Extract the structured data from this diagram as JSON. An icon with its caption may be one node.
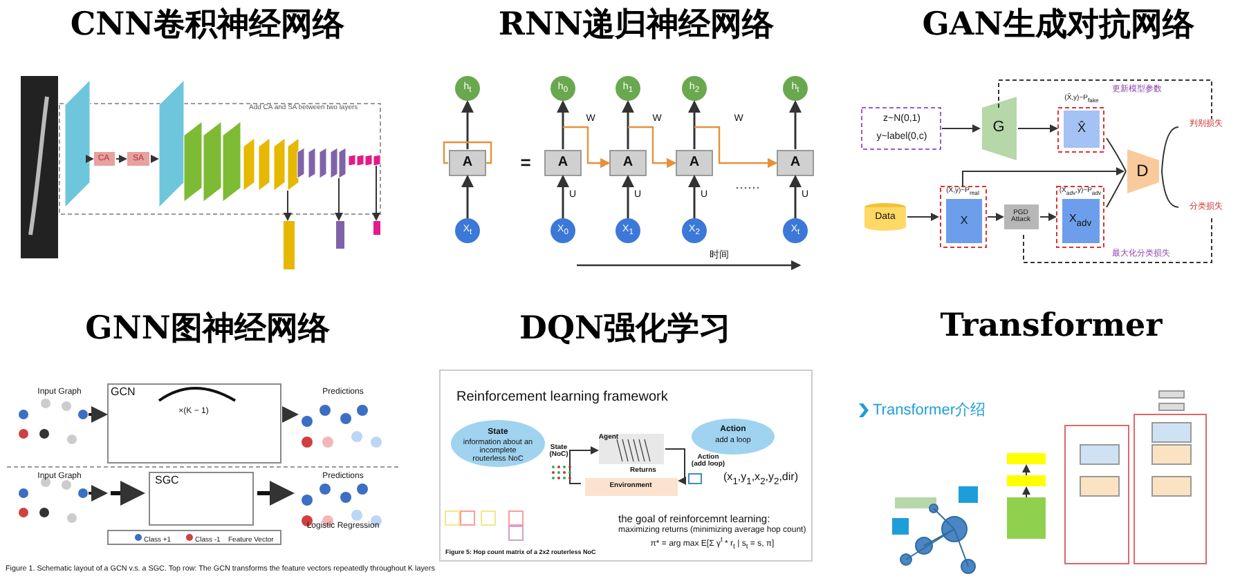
{
  "diagram": {
    "nodes": [
      {
        "text": [
          "CNN卷积神经网络"
        ]
      },
      {
        "text": [
          "RNN递归神经网络"
        ]
      },
      {
        "text": [
          "GAN生成对抗网络"
        ]
      },
      {
        "text": [
          "GNN图神经网络"
        ]
      },
      {
        "text": [
          "DQN强化学习"
        ]
      },
      {
        "text": [
          "Transformer"
        ]
      }
    ],
    "labels": [
      "Add CA and SA between two layers",
      "CA",
      "SA",
      "h$_{t}$",
      "h$_{0}$",
      "h$_{1}$",
      "h$_{2}$",
      "h$_{t}$",
      "W",
      "W",
      "W",
      "A",
      "=",
      "A",
      "A",
      "A",
      "A",
      "U",
      "U",
      "U",
      "U",
      "X$_{t}$",
      "X$_{0}$",
      "X$_{1}$",
      "X$_{2}$",
      "X$_{t}$",
      "时间",
      "更新模型参数",
      "(X̂,y)~P$_{fake}$",
      "z~N(0,1)",
      "y~label(0,c)",
      "G",
      "X̂",
      "判别损失",
      "D",
      "(X,y)~P$_{real}$",
      "(X$_{adv}$,y)~P$_{adv}$",
      "分类损失",
      "Data",
      "X",
      "PGD Attack",
      "X$_{adv}$",
      "最大化分类损失",
      "Input Graph",
      "GCN",
      "×(K − 1)",
      "Predictions",
      "Input Graph",
      "SGC",
      "Predictions",
      "Logistic Regression",
      "Class +1",
      "Class -1",
      "Feature Vector",
      "Figure 1. Schematic layout of a GCN v.s. a SGC. Top row: The GCN transforms the feature vectors repeatedly throughout K layers",
      "Reinforcement learning framework",
      "State",
      "information about an incomplete routerless NoC",
      "Action",
      "add a loop",
      "Agent",
      "State (NoC)",
      "Action (add loop)",
      "Returns",
      "(x$_{1}$,y$_{1}$,x$_{2}$,y$_{2}$,dir)",
      "Environment",
      "the goal of reinforcemnt learning:",
      "maximizing returns (minimizing average hop count)",
      "π* = arg max E[Σ γ$^{t}$ * r$_{t}$ | s$_{t}$ = s, π]",
      "Figure 5: Hop count matrix of a 2x2 routerless NoC",
      "Transformer介绍"
    ]
  }
}
